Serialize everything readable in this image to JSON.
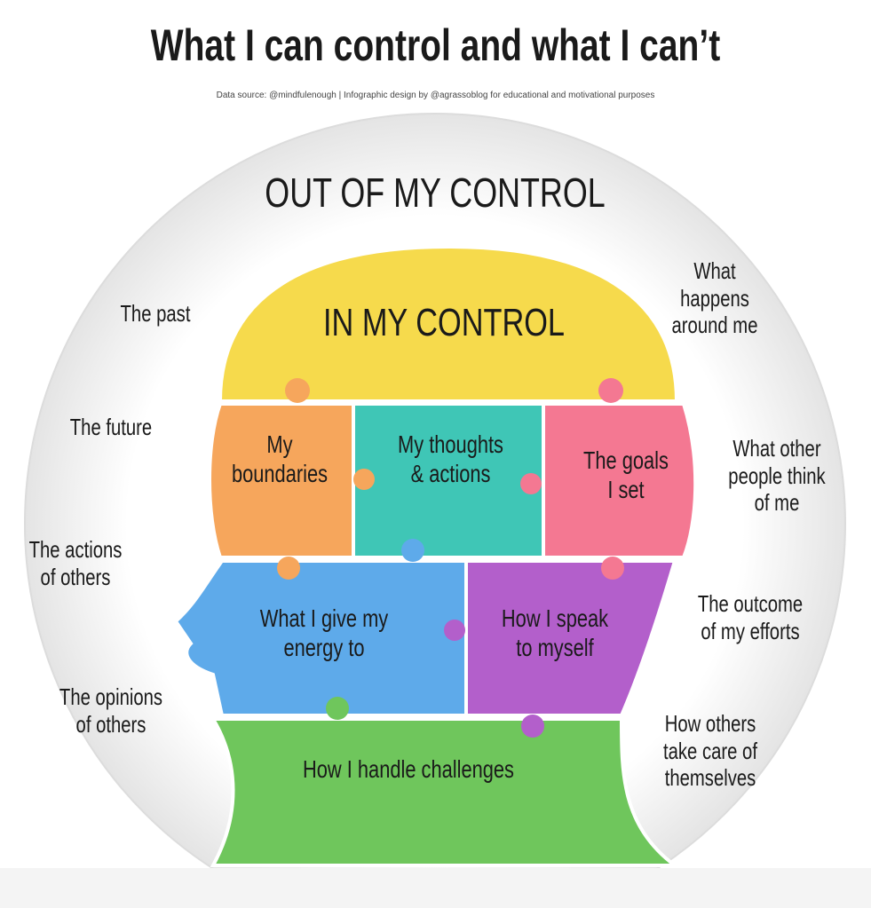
{
  "title": "What I can control and what I can’t",
  "subtitle": "Data source: @mindfulenough | Infographic design by @agrassoblog for educational and motivational purposes",
  "outer": {
    "heading": "OUT OF MY CONTROL",
    "items": [
      "The past",
      "The future",
      "The actions\nof others",
      "The opinions\nof others",
      "What\nhappens\naround me",
      "What other\npeople think\nof me",
      "The outcome\nof my efforts",
      "How others\ntake care of\nthemselves"
    ]
  },
  "inner": {
    "heading": "IN MY CONTROL",
    "pieces": [
      "My\nboundaries",
      "My thoughts\n& actions",
      "The goals\nI set",
      "What I give my\nenergy to",
      "How I speak\nto myself",
      "How I handle challenges"
    ]
  },
  "colors": {
    "yellow": "#f6da4c",
    "orange": "#f6a65c",
    "teal": "#3fc6b6",
    "pink": "#f47892",
    "blue": "#5eaaea",
    "purple": "#b35fcb",
    "green": "#6fc65c"
  }
}
